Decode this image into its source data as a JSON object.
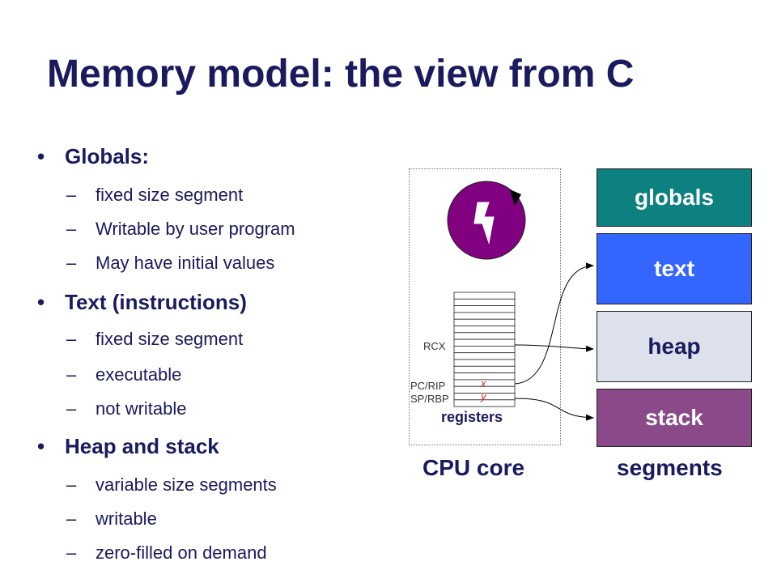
{
  "title": "Memory model: the view from C",
  "bullets": [
    {
      "heading": "Globals:",
      "items": [
        "fixed size segment",
        "Writable by user program",
        "May have initial values"
      ]
    },
    {
      "heading": "Text (instructions)",
      "items": [
        "fixed size segment",
        "executable",
        "not writable"
      ]
    },
    {
      "heading": "Heap and stack",
      "items": [
        "variable size segments",
        "writable",
        "zero-filled on demand"
      ]
    }
  ],
  "bullet_glyph": "•",
  "dash_glyph": "–",
  "diagram": {
    "segments": [
      {
        "key": "globals",
        "label": "globals",
        "color": "#0d8080"
      },
      {
        "key": "text",
        "label": "text",
        "color": "#3366ff"
      },
      {
        "key": "heap",
        "label": "heap",
        "color": "#dde1ec"
      },
      {
        "key": "stack",
        "label": "stack",
        "color": "#8a4a8a"
      }
    ],
    "register_labels": {
      "rcx": "RCX",
      "pc": "PC/RIP",
      "sp": "SP/RBP"
    },
    "register_values": {
      "x": "x",
      "y": "y"
    },
    "registers_caption": "registers",
    "cpu_core_caption": "CPU core",
    "segments_caption": "segments",
    "clock_color": "#800080",
    "clock_icon": "lightning-bolt-icon"
  }
}
